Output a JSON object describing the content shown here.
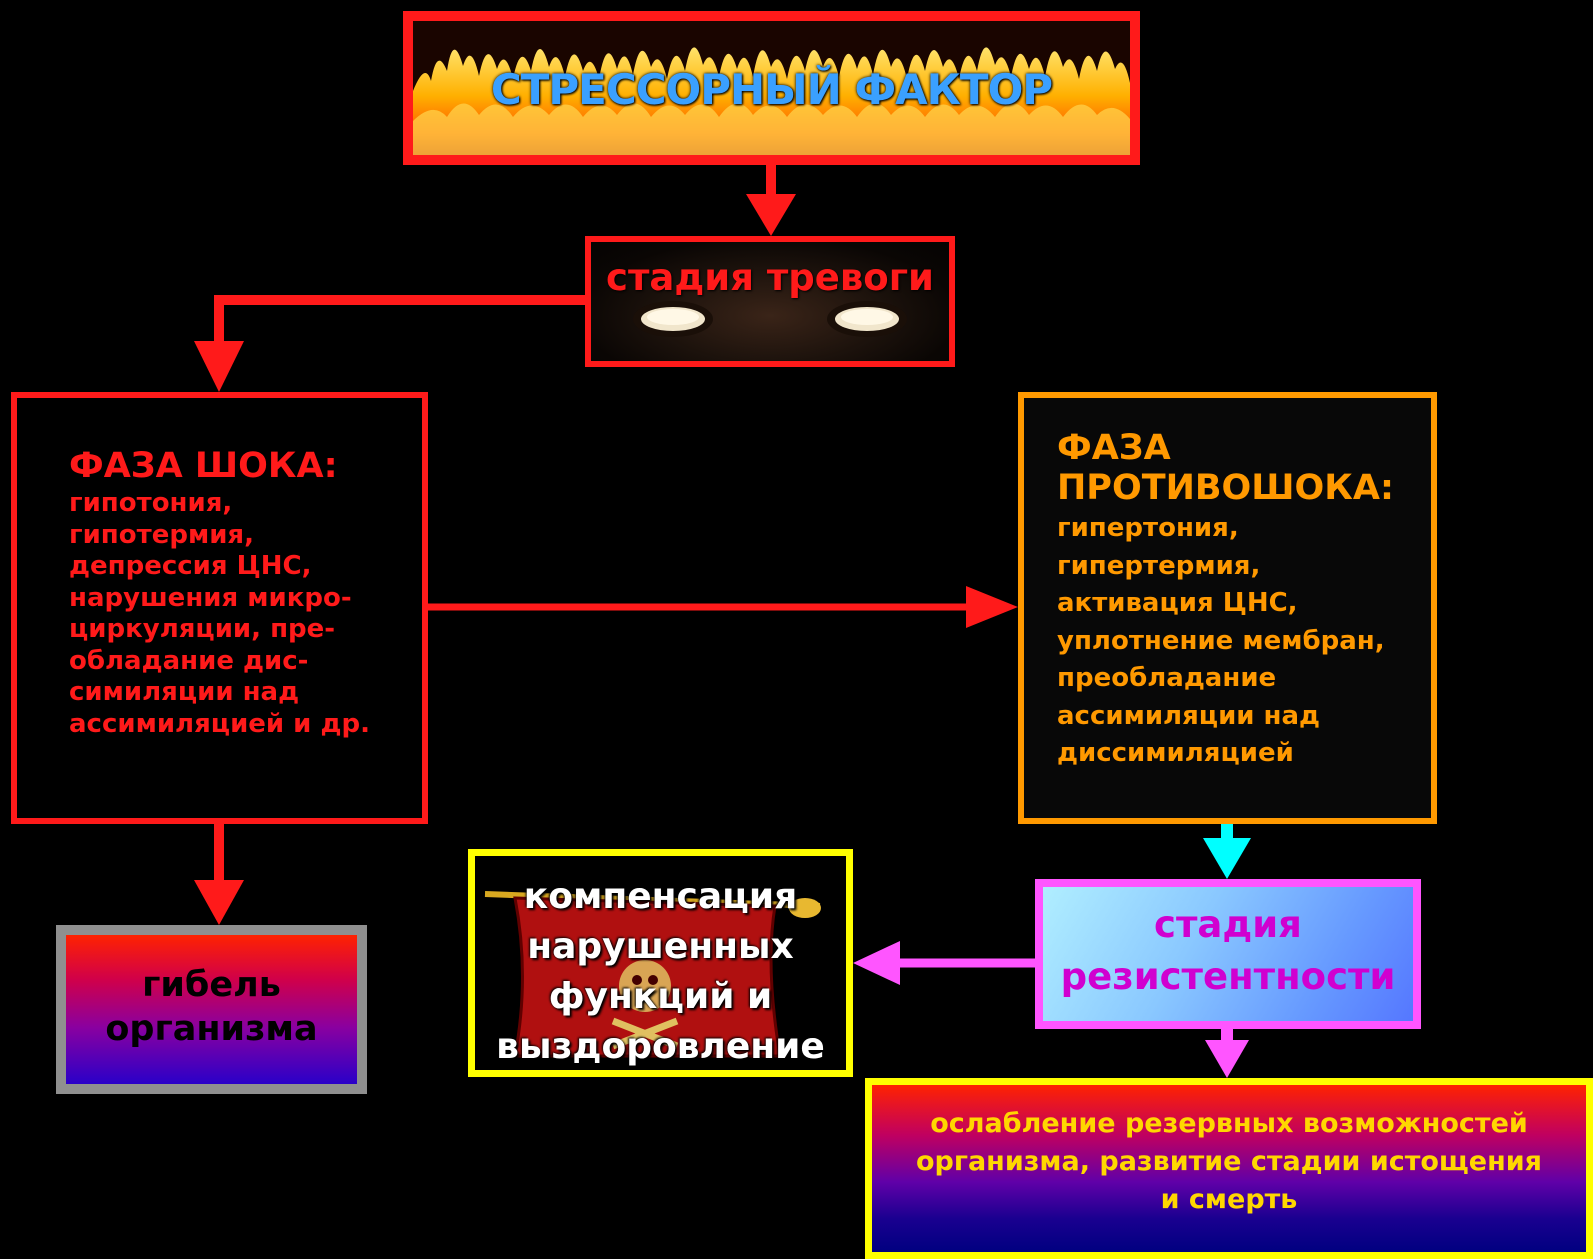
{
  "stressor": {
    "label": "СТРЕССОРНЫЙ ФАКТОР"
  },
  "alarm": {
    "label": "стадия тревоги"
  },
  "shock": {
    "title": "ФАЗА ШОКА:",
    "lines": [
      "гипотония,",
      "гипотермия,",
      "депрессия ЦНС,",
      "нарушения микро-",
      "циркуляции, пре-",
      "обладание дис-",
      "симиляции над",
      "ассимиляцией и др."
    ]
  },
  "counter_shock": {
    "title_lines": [
      "ФАЗА",
      "ПРОТИВОШОКА:"
    ],
    "lines": [
      "гипертония,",
      "гипертермия,",
      "активация ЦНС,",
      "уплотнение мембран,",
      "преобладание",
      "ассимиляции над",
      "диссимиляцией"
    ]
  },
  "death": {
    "lines": [
      "гибель",
      "организма"
    ]
  },
  "compensation": {
    "lines": [
      "компенсация",
      "нарушенных",
      "функций и",
      "выздоровление"
    ]
  },
  "resistance": {
    "lines": [
      "стадия",
      "резистентности"
    ]
  },
  "exhaustion": {
    "lines": [
      "ослабление резервных возможностей",
      "организма, развитие стадии истощения",
      "и смерть"
    ]
  },
  "colors": {
    "red": "#ff1a1a",
    "orange": "#ff9900",
    "cyan": "#00ffff",
    "magenta": "#ff55ff",
    "yellow": "#ffff00",
    "stressor_text": "#3aa0ff",
    "resistance_text": "#d000d0",
    "exhaustion_text": "#ffd700"
  }
}
